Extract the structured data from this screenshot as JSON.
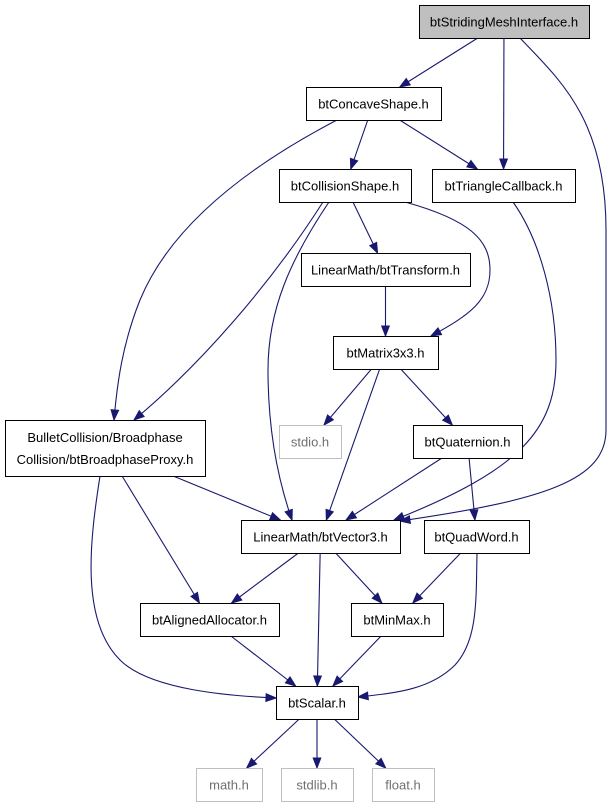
{
  "diagram": {
    "nodes": [
      {
        "id": "btStridingMeshInterface",
        "lines": [
          "btStridingMeshInterface.h"
        ],
        "style": "root"
      },
      {
        "id": "btConcaveShape",
        "lines": [
          "btConcaveShape.h"
        ],
        "style": "normal"
      },
      {
        "id": "btCollisionShape",
        "lines": [
          "btCollisionShape.h"
        ],
        "style": "normal"
      },
      {
        "id": "btTriangleCallback",
        "lines": [
          "btTriangleCallback.h"
        ],
        "style": "normal"
      },
      {
        "id": "btTransform",
        "lines": [
          "LinearMath/btTransform.h"
        ],
        "style": "normal"
      },
      {
        "id": "btMatrix3x3",
        "lines": [
          "btMatrix3x3.h"
        ],
        "style": "normal"
      },
      {
        "id": "btBroadphaseProxy",
        "lines": [
          "BulletCollision/Broadphase",
          "Collision/btBroadphaseProxy.h"
        ],
        "style": "normal"
      },
      {
        "id": "stdio",
        "lines": [
          "stdio.h"
        ],
        "style": "system"
      },
      {
        "id": "btQuaternion",
        "lines": [
          "btQuaternion.h"
        ],
        "style": "normal"
      },
      {
        "id": "btVector3",
        "lines": [
          "LinearMath/btVector3.h"
        ],
        "style": "normal"
      },
      {
        "id": "btQuadWord",
        "lines": [
          "btQuadWord.h"
        ],
        "style": "normal"
      },
      {
        "id": "btAlignedAllocator",
        "lines": [
          "btAlignedAllocator.h"
        ],
        "style": "normal"
      },
      {
        "id": "btMinMax",
        "lines": [
          "btMinMax.h"
        ],
        "style": "normal"
      },
      {
        "id": "btScalar",
        "lines": [
          "btScalar.h"
        ],
        "style": "normal"
      },
      {
        "id": "math",
        "lines": [
          "math.h"
        ],
        "style": "system"
      },
      {
        "id": "stdlib",
        "lines": [
          "stdlib.h"
        ],
        "style": "system"
      },
      {
        "id": "float",
        "lines": [
          "float.h"
        ],
        "style": "system"
      }
    ],
    "edges": [
      {
        "from": "btStridingMeshInterface",
        "to": "btConcaveShape"
      },
      {
        "from": "btStridingMeshInterface",
        "to": "btTriangleCallback"
      },
      {
        "from": "btStridingMeshInterface",
        "to": "btVector3"
      },
      {
        "from": "btConcaveShape",
        "to": "btCollisionShape"
      },
      {
        "from": "btConcaveShape",
        "to": "btTriangleCallback"
      },
      {
        "from": "btConcaveShape",
        "to": "btBroadphaseProxy"
      },
      {
        "from": "btCollisionShape",
        "to": "btTransform"
      },
      {
        "from": "btCollisionShape",
        "to": "btMatrix3x3"
      },
      {
        "from": "btCollisionShape",
        "to": "btBroadphaseProxy"
      },
      {
        "from": "btCollisionShape",
        "to": "btVector3"
      },
      {
        "from": "btTriangleCallback",
        "to": "btVector3"
      },
      {
        "from": "btTransform",
        "to": "btMatrix3x3"
      },
      {
        "from": "btMatrix3x3",
        "to": "stdio"
      },
      {
        "from": "btMatrix3x3",
        "to": "btQuaternion"
      },
      {
        "from": "btMatrix3x3",
        "to": "btVector3"
      },
      {
        "from": "btBroadphaseProxy",
        "to": "btVector3"
      },
      {
        "from": "btBroadphaseProxy",
        "to": "btAlignedAllocator"
      },
      {
        "from": "btBroadphaseProxy",
        "to": "btScalar"
      },
      {
        "from": "btQuaternion",
        "to": "btVector3"
      },
      {
        "from": "btQuaternion",
        "to": "btQuadWord"
      },
      {
        "from": "btVector3",
        "to": "btAlignedAllocator"
      },
      {
        "from": "btVector3",
        "to": "btMinMax"
      },
      {
        "from": "btVector3",
        "to": "btScalar"
      },
      {
        "from": "btQuadWord",
        "to": "btMinMax"
      },
      {
        "from": "btQuadWord",
        "to": "btScalar"
      },
      {
        "from": "btAlignedAllocator",
        "to": "btScalar"
      },
      {
        "from": "btMinMax",
        "to": "btScalar"
      },
      {
        "from": "btScalar",
        "to": "math"
      },
      {
        "from": "btScalar",
        "to": "stdlib"
      },
      {
        "from": "btScalar",
        "to": "float"
      }
    ]
  }
}
